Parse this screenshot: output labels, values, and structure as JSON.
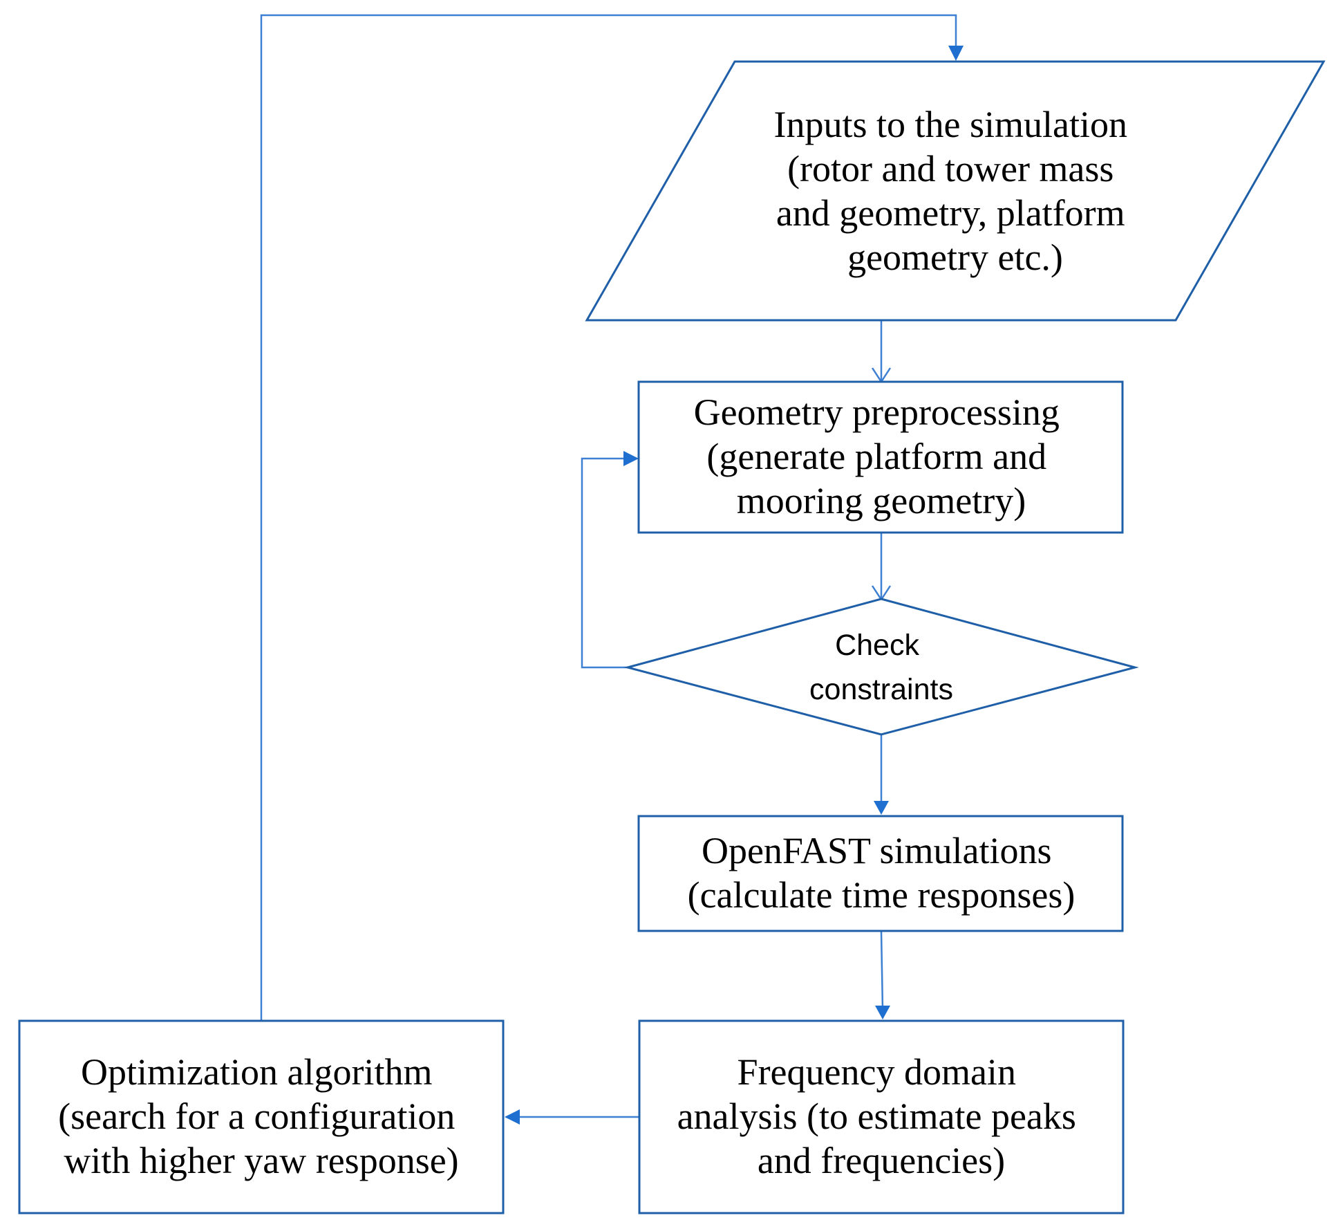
{
  "colors": {
    "shape_stroke": "#1f5fa8",
    "connector": "#3d7fd1",
    "arrowhead": "#1f6fd1",
    "background": "#ffffff"
  },
  "nodes": {
    "inputs": {
      "shape": "parallelogram",
      "lines": [
        "Inputs to the simulation",
        "(rotor and tower mass",
        "and geometry, platform",
        "geometry etc.)"
      ]
    },
    "geometry": {
      "shape": "rectangle",
      "lines": [
        "Geometry preprocessing",
        "(generate platform and",
        "mooring geometry)"
      ]
    },
    "check": {
      "shape": "diamond",
      "lines": [
        "Check",
        "constraints"
      ]
    },
    "openfast": {
      "shape": "rectangle",
      "lines": [
        "OpenFAST simulations",
        "(calculate time responses)"
      ]
    },
    "frequency": {
      "shape": "rectangle",
      "lines": [
        "Frequency domain",
        "analysis (to estimate peaks",
        "and frequencies)"
      ]
    },
    "optimization": {
      "shape": "rectangle",
      "lines": [
        "Optimization algorithm",
        "(search for a configuration",
        "with higher yaw response)"
      ]
    }
  },
  "edges": [
    {
      "from": "inputs",
      "to": "geometry"
    },
    {
      "from": "geometry",
      "to": "check"
    },
    {
      "from": "check",
      "to": "geometry"
    },
    {
      "from": "check",
      "to": "openfast"
    },
    {
      "from": "openfast",
      "to": "frequency"
    },
    {
      "from": "frequency",
      "to": "optimization"
    },
    {
      "from": "optimization",
      "to": "inputs"
    }
  ]
}
